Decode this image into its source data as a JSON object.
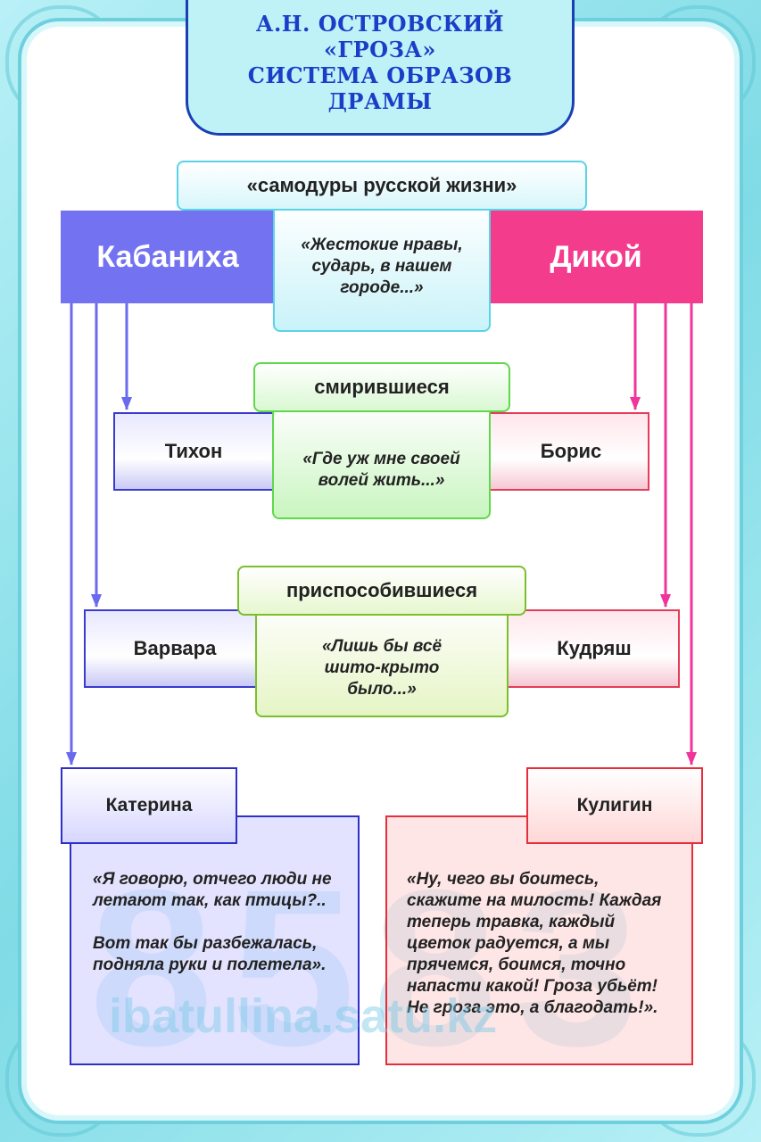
{
  "title": {
    "line1": "А.Н. ОСТРОВСКИЙ",
    "line2": "«ГРОЗА»",
    "line3": "СИСТЕМА ОБРАЗОВ",
    "line4": "ДРАМЫ"
  },
  "groups": {
    "tyrants": {
      "label": "«самодуры русской жизни»",
      "left": "Кабаниха",
      "right": "Дикой",
      "quote": "«Жестокие нравы, сударь, в нашем городе...»"
    },
    "submissive": {
      "label": "смирившиеся",
      "left": "Тихон",
      "right": "Борис",
      "quote": "«Где уж мне своей волей жить...»"
    },
    "adapted": {
      "label": "приспособившиеся",
      "left": "Варвара",
      "right": "Кудряш",
      "quote": "«Лишь бы всё шито-крыто было...»"
    }
  },
  "katerina": {
    "name": "Катерина",
    "quote_p1": "«Я говорю, отчего люди не летают так, как птицы?..",
    "quote_p2": "Вот так бы разбежалась, подняла руки и полетела»."
  },
  "kuligin": {
    "name": "Кулигин",
    "quote": "«Ну, чего вы боитесь, скажите на милость! Каждая теперь травка, каждый цветок радуется, а мы прячемся, боимся, точно напасти какой! Гроза убьёт! Не гроза это, а благодать!»."
  },
  "watermark": {
    "number": "8583",
    "site": "ibatullina.satu.kz"
  },
  "colors": {
    "blue": "#7373f2",
    "pink": "#f43c8c",
    "title_text": "#1b3ec9",
    "cyan_border": "#5ad3e6",
    "green_border": "#5fd84a",
    "olive_border": "#7bbf2d"
  }
}
